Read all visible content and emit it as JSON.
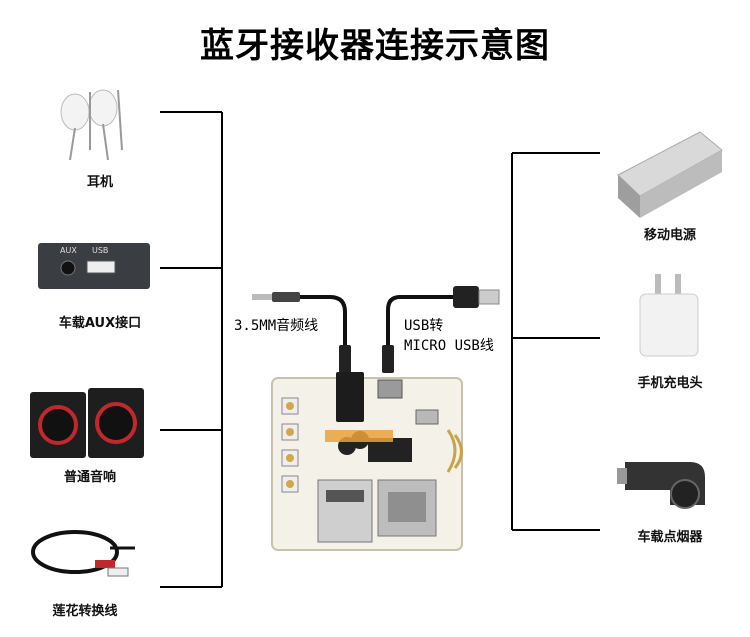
{
  "title": "蓝牙接收器连接示意图",
  "left_devices": [
    {
      "label": "耳机",
      "icon": "earphones-icon"
    },
    {
      "label": "车载AUX接口",
      "icon": "car-aux-usb-port-icon",
      "port_labels": [
        "AUX",
        "USB"
      ]
    },
    {
      "label": "普通音响",
      "icon": "speakers-icon"
    },
    {
      "label": "莲花转换线",
      "icon": "rca-cable-icon"
    }
  ],
  "right_devices": [
    {
      "label": "移动电源",
      "icon": "power-bank-icon"
    },
    {
      "label": "手机充电头",
      "icon": "phone-charger-icon"
    },
    {
      "label": "车载点烟器",
      "icon": "car-cigarette-charger-icon"
    }
  ],
  "cables": {
    "audio": "3.5MM音频线",
    "usb_line1": "USB转",
    "usb_line2": "MICRO USB线"
  },
  "board": {
    "icon": "bluetooth-receiver-board-icon"
  }
}
